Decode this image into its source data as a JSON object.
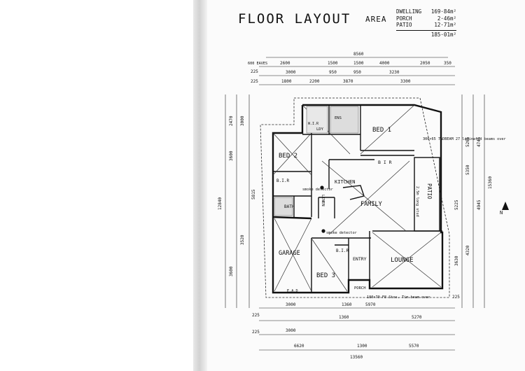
{
  "title": "FLOOR LAYOUT",
  "area": {
    "label": "AREA",
    "rows": [
      {
        "name": "DWELLING",
        "value": "169·84m²"
      },
      {
        "name": "PORCH",
        "value": "2·46m²"
      },
      {
        "name": "PATIO",
        "value": "12·71m²"
      }
    ],
    "total": "185·01m²"
  },
  "rooms": {
    "bed1": "BED 1",
    "bed2": "BED 2",
    "bed3": "BED 3",
    "garage": "GARAGE",
    "lounge": "LOUNGE",
    "family": "FAMILY",
    "kitchen": "KITCHEN",
    "patio": "PATIO",
    "entry": "ENTRY",
    "porch": "PORCH",
    "bath": "BATH",
    "linen": "LINEN",
    "bir_bed1": "B I R",
    "bir_bed2": "B.I.R",
    "bir_bed3": "B.I.R",
    "ens": "ENS",
    "wir": "W.I.R",
    "ldy": "LDY"
  },
  "notes": {
    "smoke_detector_1": "smoke detector",
    "smoke_detector_2": "smoke detector",
    "beams": "300×65 7ADBEAM 27 laminated beams over",
    "porch_beam": "180×70 F8 Stos. Tim beam over",
    "patio_note": "2.5m long stud",
    "eaves": "600 EAVES",
    "ead": "E.A.D",
    "north": "N"
  },
  "dims": {
    "top_overall": "8560",
    "top_row1": [
      "2600",
      "1500",
      "1500",
      "4000",
      "2050",
      "350"
    ],
    "top_row2": [
      "3000",
      "950",
      "950",
      "3230"
    ],
    "top_row3": [
      "1800",
      "2200",
      "3870",
      "3300"
    ],
    "bottom_row1": [
      "3000",
      "1360",
      "5970"
    ],
    "bottom_row2": [
      "3000",
      "1360",
      "5270"
    ],
    "bottom_row3": [
      "6620",
      "1300",
      "5570"
    ],
    "bottom_overall": "13560",
    "left_overall": "12840",
    "left_row": [
      "2470",
      "3000",
      "3600",
      "5815",
      "3520",
      "3600"
    ],
    "right_overall": "15360",
    "right_row": [
      "5265",
      "4745",
      "5350",
      "4945",
      "5225",
      "4320",
      "3630"
    ],
    "small": [
      "225",
      "225",
      "225",
      "225",
      "225"
    ]
  }
}
